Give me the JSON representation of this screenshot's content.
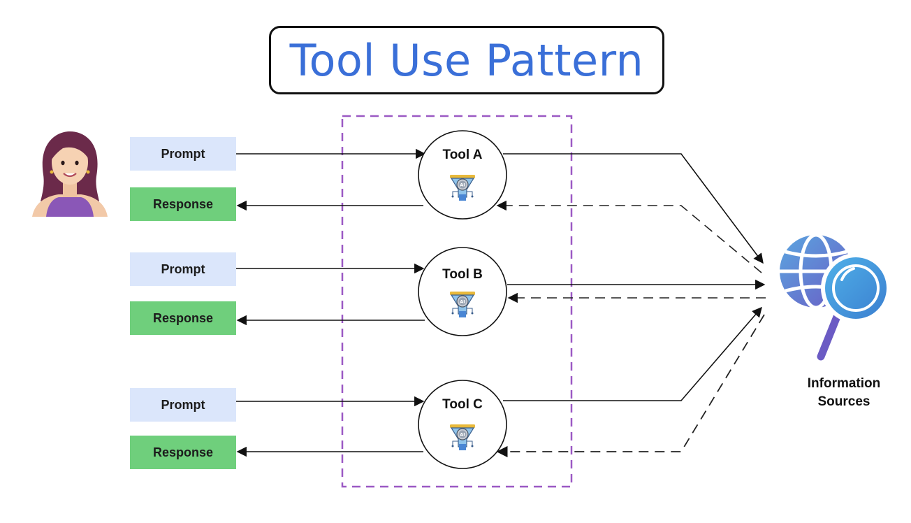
{
  "title": "Tool Use Pattern",
  "rows": [
    {
      "prompt": "Prompt",
      "response": "Response",
      "tool": "Tool A"
    },
    {
      "prompt": "Prompt",
      "response": "Response",
      "tool": "Tool B"
    },
    {
      "prompt": "Prompt",
      "response": "Response",
      "tool": "Tool C"
    }
  ],
  "info_sources": {
    "line1": "Information",
    "line2": "Sources"
  },
  "icons": {
    "user": "woman-avatar-icon",
    "tool": "ai-funnel-icon",
    "info": "globe-magnifier-icon",
    "tool_badge": "AI"
  },
  "colors": {
    "title": "#3a6fd8",
    "prompt_bg": "#dbe6fb",
    "response_bg": "#6fcf7c",
    "tool_group_border": "#9b59c4",
    "globe_gradient_start": "#5aa6e0",
    "globe_gradient_end": "#6b5bc4"
  }
}
